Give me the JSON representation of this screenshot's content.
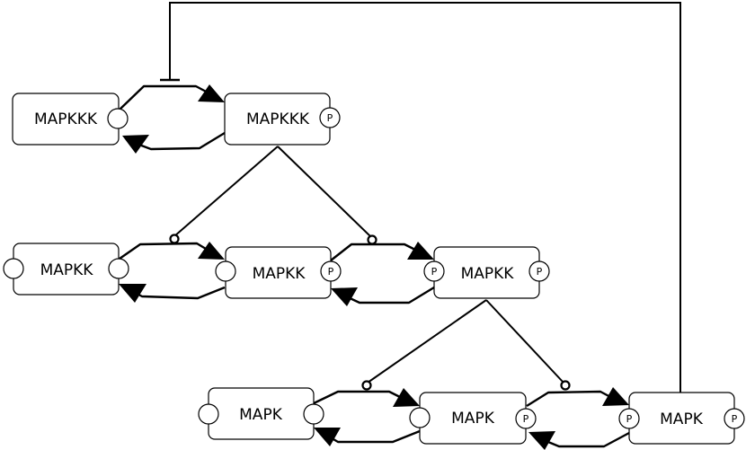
{
  "diagram": {
    "nodes": [
      {
        "id": "mapkkk-unphos",
        "label": "MAPKKK",
        "sites": [
          "empty"
        ]
      },
      {
        "id": "mapkkk-phos",
        "label": "MAPKKK",
        "sites": [
          "P"
        ]
      },
      {
        "id": "mapkk-unphos",
        "label": "MAPKK",
        "sites": [
          "empty",
          "empty"
        ]
      },
      {
        "id": "mapkk-monophos",
        "label": "MAPKK",
        "sites": [
          "empty",
          "P"
        ]
      },
      {
        "id": "mapkk-diphos",
        "label": "MAPKK",
        "sites": [
          "P",
          "P"
        ]
      },
      {
        "id": "mapk-unphos",
        "label": "MAPK",
        "sites": [
          "empty",
          "empty"
        ]
      },
      {
        "id": "mapk-monophos",
        "label": "MAPK",
        "sites": [
          "empty",
          "P"
        ]
      },
      {
        "id": "mapk-diphos",
        "label": "MAPK",
        "sites": [
          "P",
          "P"
        ]
      }
    ],
    "edges": [
      {
        "type": "reversible-conversion",
        "from": "mapkkk-unphos",
        "to": "mapkkk-phos"
      },
      {
        "type": "reversible-conversion",
        "from": "mapkk-unphos",
        "to": "mapkk-monophos"
      },
      {
        "type": "reversible-conversion",
        "from": "mapkk-monophos",
        "to": "mapkk-diphos"
      },
      {
        "type": "reversible-conversion",
        "from": "mapk-unphos",
        "to": "mapk-monophos"
      },
      {
        "type": "reversible-conversion",
        "from": "mapk-monophos",
        "to": "mapk-diphos"
      },
      {
        "type": "catalysis",
        "from": "mapkkk-phos",
        "to": "mapkk-unphos-to-monophos"
      },
      {
        "type": "catalysis",
        "from": "mapkkk-phos",
        "to": "mapkk-monophos-to-diphos"
      },
      {
        "type": "catalysis",
        "from": "mapkk-diphos",
        "to": "mapk-unphos-to-monophos"
      },
      {
        "type": "catalysis",
        "from": "mapkk-diphos",
        "to": "mapk-monophos-to-diphos"
      },
      {
        "type": "inhibition",
        "from": "mapk-diphos",
        "to": "mapkkk-unphos-to-phos"
      }
    ]
  }
}
